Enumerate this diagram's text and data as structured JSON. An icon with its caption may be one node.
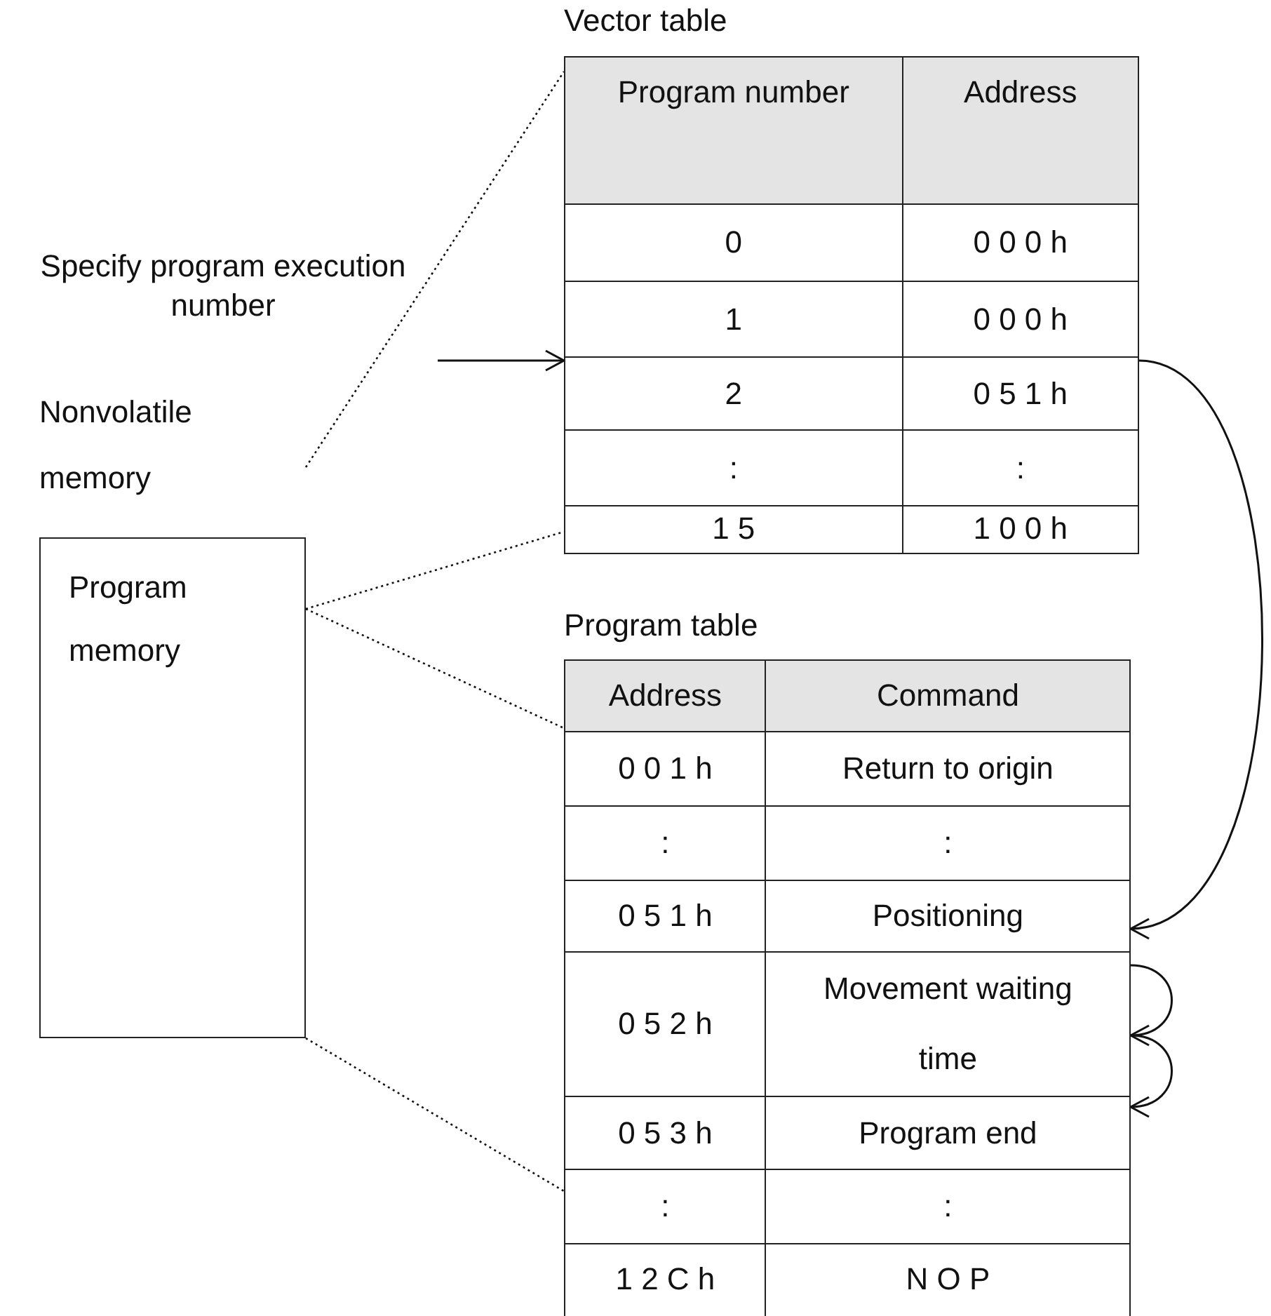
{
  "diagram": {
    "nodes": [
      {
        "text": [
          "Nonvolatile memory",
          "Program memory"
        ]
      },
      {
        "text": [
          "Vector table"
        ]
      },
      {
        "text": [
          "Program number",
          "Address"
        ],
        "in": 1
      },
      {
        "text": [
          "0",
          "0 0 0 h"
        ],
        "in": 1
      },
      {
        "text": [
          "1",
          "0 0 0 h"
        ],
        "in": 1
      },
      {
        "text": [
          "2",
          "0 5 1 h"
        ],
        "in": 1
      },
      {
        "text": [
          ":",
          ":"
        ],
        "in": 1
      },
      {
        "text": [
          "1 5",
          "1 0 0 h"
        ],
        "in": 1
      },
      {
        "text": [
          "Program table"
        ]
      },
      {
        "text": [
          "Address",
          "Command"
        ],
        "in": 8
      },
      {
        "text": [
          "0 0 1 h",
          "Return to origin"
        ],
        "in": 8
      },
      {
        "text": [
          ":",
          ":"
        ],
        "in": 8
      },
      {
        "text": [
          "0 5 1 h",
          "Positioning"
        ],
        "in": 8
      },
      {
        "text": [
          "0 5 2 h",
          "Movement waiting time"
        ],
        "in": 8
      },
      {
        "text": [
          "0 5 3 h",
          "Program end"
        ],
        "in": 8
      },
      {
        "text": [
          ":",
          ":"
        ],
        "in": 8
      },
      {
        "text": [
          "1 2 C h",
          "N O P"
        ],
        "in": 8
      }
    ],
    "edges": [
      {
        "from": null,
        "to": 5,
        "arrow": "to"
      },
      {
        "from": 5,
        "to": 12,
        "arrow": "to"
      },
      {
        "from": 13,
        "to": 13,
        "arrow": "to"
      },
      {
        "from": 13,
        "to": 14,
        "arrow": "to"
      },
      {
        "from": 0,
        "to": 1,
        "arrow": "none",
        "style": "dashed"
      },
      {
        "from": 0,
        "to": 1,
        "arrow": "none",
        "style": "dashed"
      },
      {
        "from": 0,
        "to": 8,
        "arrow": "none",
        "style": "dashed"
      },
      {
        "from": 0,
        "to": 8,
        "arrow": "none",
        "style": "dashed"
      }
    ],
    "labels": [
      "Specify program execution number"
    ]
  }
}
